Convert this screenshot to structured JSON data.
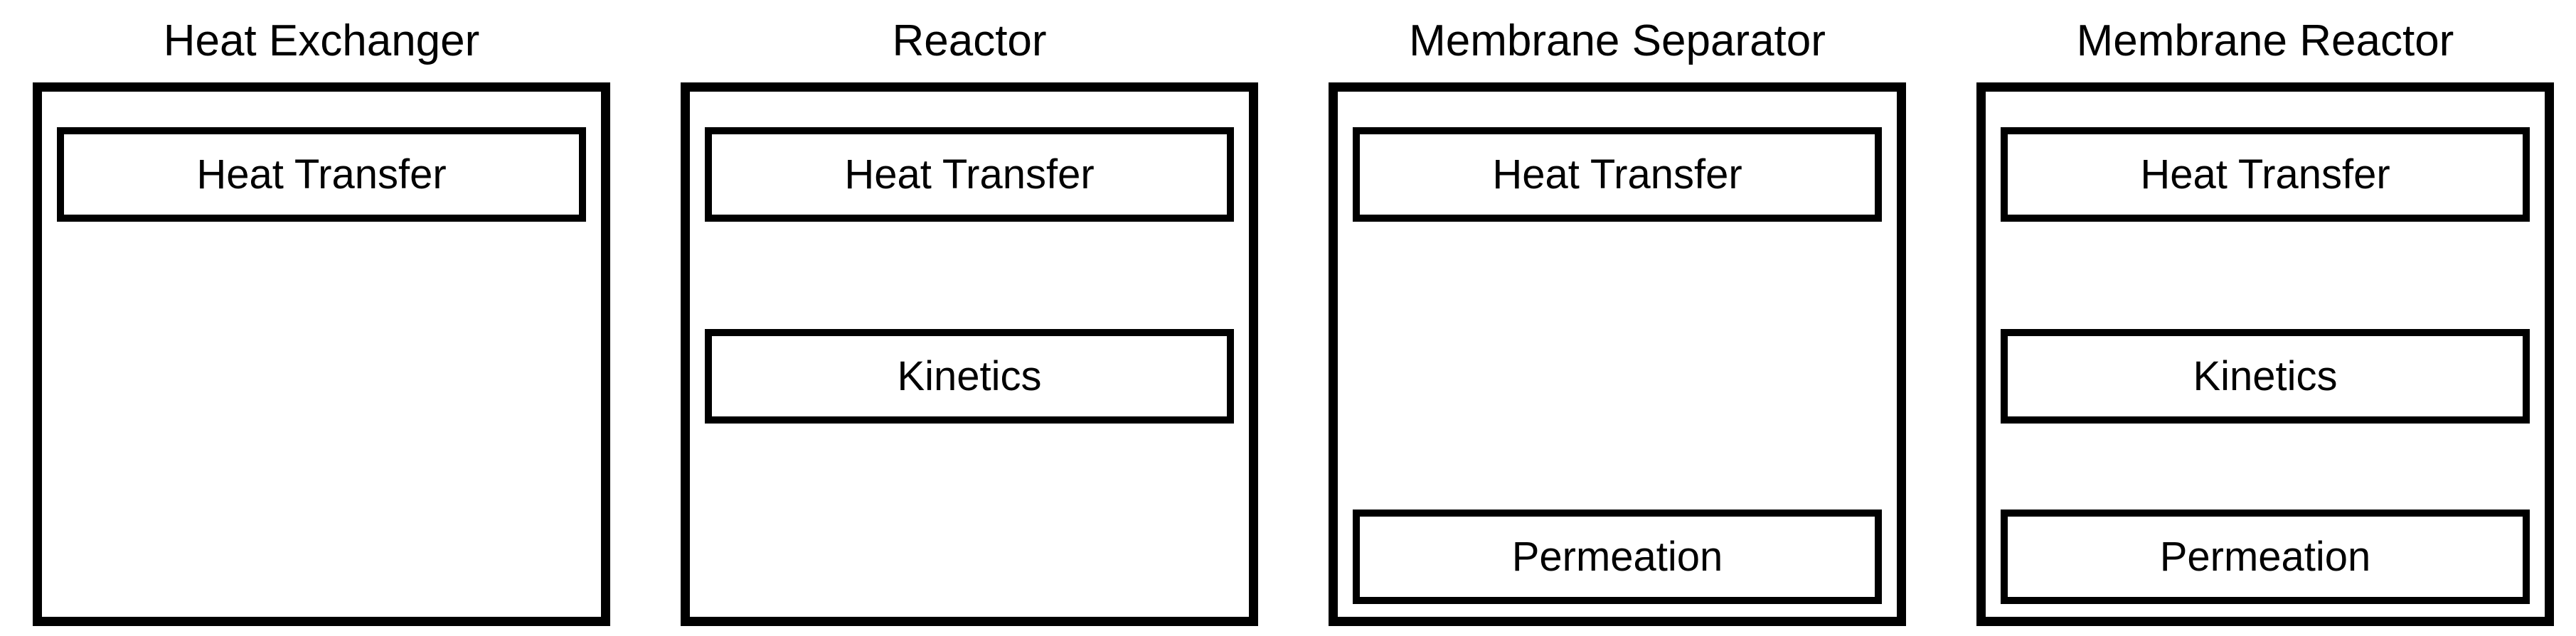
{
  "diagram": {
    "description": "Four process unit model cards, each listing its constituent sub-models",
    "colors": {
      "border": "#000000",
      "background": "#ffffff",
      "text": "#000000"
    },
    "modules": [
      {
        "title": "Heat Exchanger",
        "blocks": [
          {
            "label": "Heat Transfer",
            "slot": "top"
          }
        ]
      },
      {
        "title": "Reactor",
        "blocks": [
          {
            "label": "Heat Transfer",
            "slot": "top"
          },
          {
            "label": "Kinetics",
            "slot": "middle"
          }
        ]
      },
      {
        "title": "Membrane Separator",
        "blocks": [
          {
            "label": "Heat Transfer",
            "slot": "top"
          },
          {
            "label": "Permeation",
            "slot": "bottom"
          }
        ]
      },
      {
        "title": "Membrane Reactor",
        "blocks": [
          {
            "label": "Heat Transfer",
            "slot": "top"
          },
          {
            "label": "Kinetics",
            "slot": "middle"
          },
          {
            "label": "Permeation",
            "slot": "bottom"
          }
        ]
      }
    ]
  }
}
